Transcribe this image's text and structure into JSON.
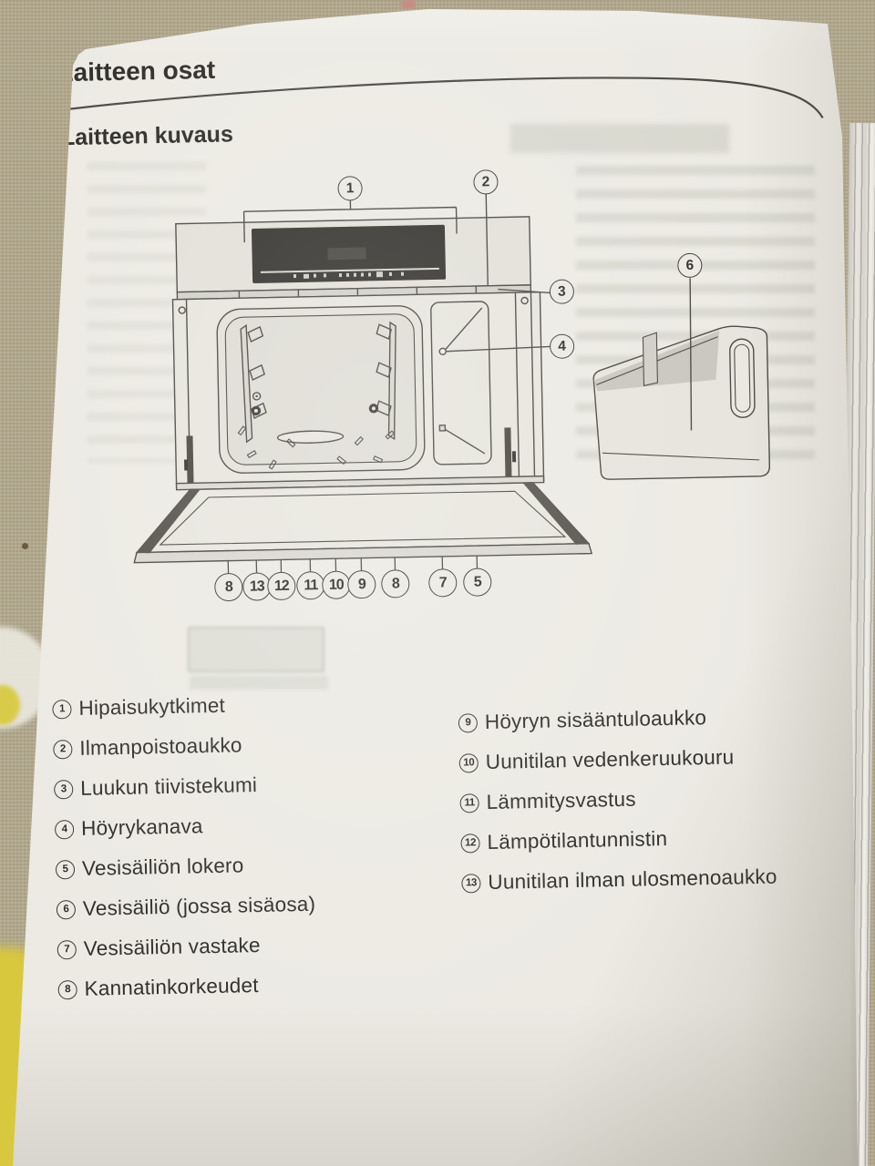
{
  "page": {
    "title": "Laitteen osat",
    "subtitle": "Laitteen kuvaus"
  },
  "figure": {
    "callouts": [
      {
        "num": "1"
      },
      {
        "num": "2"
      },
      {
        "num": "3"
      },
      {
        "num": "4"
      },
      {
        "num": "6"
      },
      {
        "num": "8"
      },
      {
        "num": "13"
      },
      {
        "num": "12"
      },
      {
        "num": "11"
      },
      {
        "num": "10"
      },
      {
        "num": "9"
      },
      {
        "num": "8"
      },
      {
        "num": "7"
      },
      {
        "num": "5"
      }
    ]
  },
  "legend_left": [
    {
      "num": "1",
      "label": "Hipaisukytkimet"
    },
    {
      "num": "2",
      "label": "Ilmanpoistoaukko"
    },
    {
      "num": "3",
      "label": "Luukun tiivistekumi"
    },
    {
      "num": "4",
      "label": "Höyrykanava"
    },
    {
      "num": "5",
      "label": "Vesisäiliön lokero"
    },
    {
      "num": "6",
      "label": "Vesisäiliö (jossa sisäosa)"
    },
    {
      "num": "7",
      "label": "Vesisäiliön vastake"
    },
    {
      "num": "8",
      "label": "Kannatinkorkeudet"
    }
  ],
  "legend_right": [
    {
      "num": "9",
      "label": "Höyryn sisääntuloaukko"
    },
    {
      "num": "10",
      "label": "Uunitilan vedenkeruukouru"
    },
    {
      "num": "11",
      "label": "Lämmitysvastus"
    },
    {
      "num": "12",
      "label": "Lämpötilantunnistin"
    },
    {
      "num": "13",
      "label": "Uunitilan ilman ulosmenoaukko"
    }
  ],
  "colors": {
    "paper": "#eceae3",
    "fabric": "#b1a88d",
    "ink": "#2e2c28",
    "line_art": "#4a4842",
    "display": "#33312d",
    "door_trim": "#55524a"
  }
}
